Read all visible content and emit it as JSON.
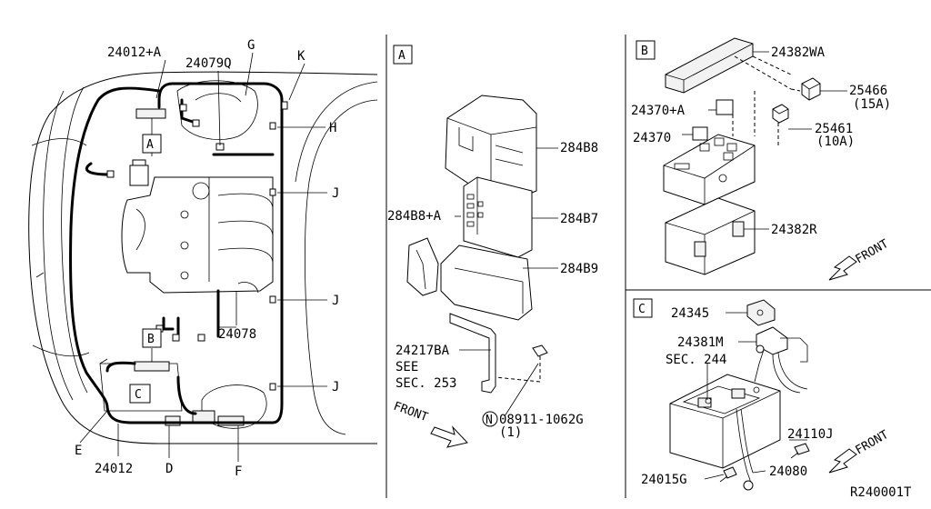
{
  "panels": {
    "main": {
      "labels": {
        "l24012a": "24012+A",
        "l24079q": "24079Q",
        "lG": "G",
        "lK": "K",
        "lH": "H",
        "lJ1": "J",
        "lJ2": "J",
        "lJ3": "J",
        "l24078": "24078",
        "lE": "E",
        "l24012": "24012",
        "lD": "D",
        "lF": "F"
      },
      "callouts": {
        "a": "A",
        "b": "B",
        "c": "C"
      }
    },
    "a": {
      "tag": "A",
      "labels": {
        "p28488": "284B8",
        "p28488a": "284B8+A",
        "p28487": "284B7",
        "p28489": "284B9",
        "p24217": "24217BA",
        "see": "SEE",
        "sec253": "SEC. 253",
        "front": "FRONT",
        "nut_circle": "N",
        "nut": "08911-1062G",
        "qty": "(1)"
      }
    },
    "b": {
      "tag": "B",
      "labels": {
        "p24382wa": "24382WA",
        "p25466": "25466",
        "p25466a": "(15A)",
        "p24370a": "24370+A",
        "p25461": "25461",
        "p25461a": "(10A)",
        "p24370": "24370",
        "p24382r": "24382R",
        "front": "FRONT"
      }
    },
    "c": {
      "tag": "C",
      "labels": {
        "p24345": "24345",
        "p24381m": "24381M",
        "sec244": "SEC. 244",
        "p24110j": "24110J",
        "p24015g": "24015G",
        "p24080": "24080",
        "front": "FRONT"
      }
    }
  },
  "footer": {
    "code": "R240001T"
  }
}
